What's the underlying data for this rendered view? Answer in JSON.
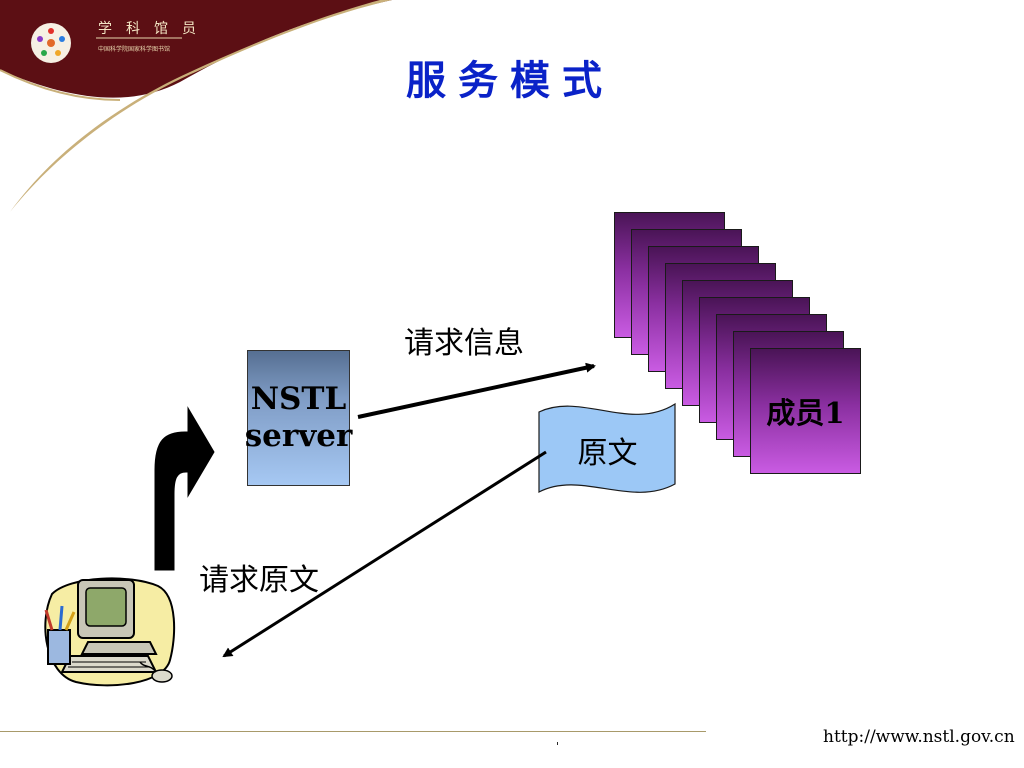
{
  "header": {
    "logo_title": "学科馆员",
    "logo_subtitle": "中国科学院国家科学图书馆",
    "colors": {
      "band": "#5c0f14",
      "accent": "#c9b07a"
    }
  },
  "slide": {
    "title": "服务模式",
    "title_color": "#0a22c8"
  },
  "diagram": {
    "server_label": "NSTL\nserver",
    "member_label": "成员1",
    "member_stack_count": 9,
    "document_label": "原文",
    "request_info_label": "请求信息",
    "request_fulltext_label": "请求原文",
    "colors": {
      "server": "#8fb3e3",
      "member": "#a43fc0",
      "document": "#9cc8f6"
    }
  },
  "footer": {
    "url": "http://www.nstl.gov.cn",
    "page_number": "'"
  }
}
